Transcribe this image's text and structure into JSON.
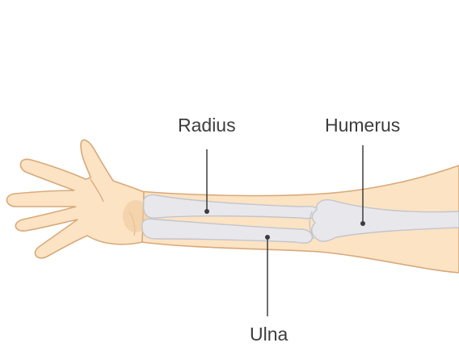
{
  "labels": {
    "radius": "Radius",
    "humerus": "Humerus",
    "ulna": "Ulna"
  },
  "colors": {
    "skin": "#fbe3c3",
    "skin_outline": "#d8a97a",
    "skin_shadow": "#f0c99d",
    "bone": "#e8e8ec",
    "bone_outline": "#c3c5cb",
    "leader": "#3d3d3d"
  }
}
